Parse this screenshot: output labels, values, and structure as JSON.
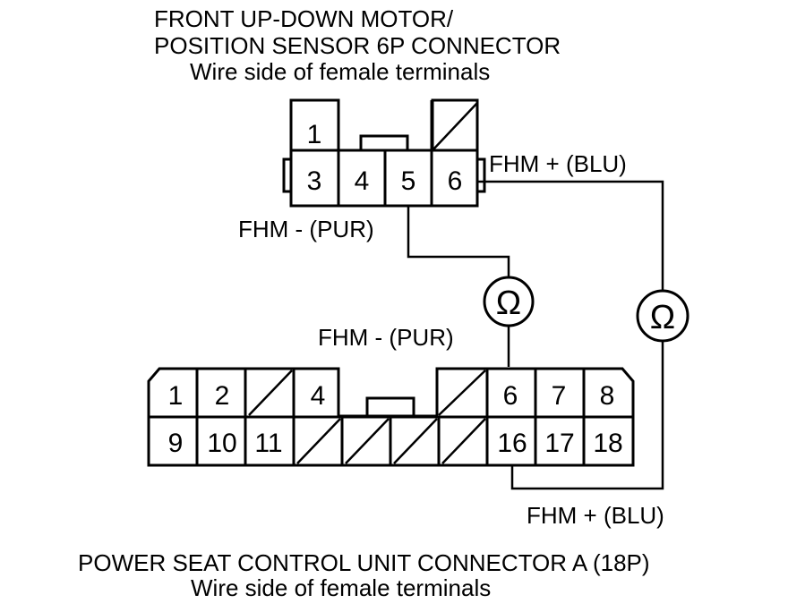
{
  "top_connector": {
    "title_line1": "FRONT UP-DOWN MOTOR/",
    "title_line2": "POSITION SENSOR 6P CONNECTOR",
    "subtitle": "Wire side of female terminals",
    "pins": [
      "1",
      "3",
      "4",
      "5",
      "6"
    ]
  },
  "bottom_connector": {
    "title": "POWER SEAT CONTROL UNIT CONNECTOR A (18P)",
    "subtitle": "Wire side of female terminals",
    "pins": [
      "1",
      "2",
      "4",
      "6",
      "7",
      "8",
      "9",
      "10",
      "11",
      "16",
      "17",
      "18"
    ]
  },
  "labels": {
    "fhm_plus_top": "FHM +  (BLU)",
    "fhm_minus_top": "FHM -  (PUR)",
    "fhm_minus_bottom": "FHM -  (PUR)",
    "fhm_plus_bottom": "FHM +  (BLU)"
  },
  "meters": {
    "symbol": "Ω"
  }
}
